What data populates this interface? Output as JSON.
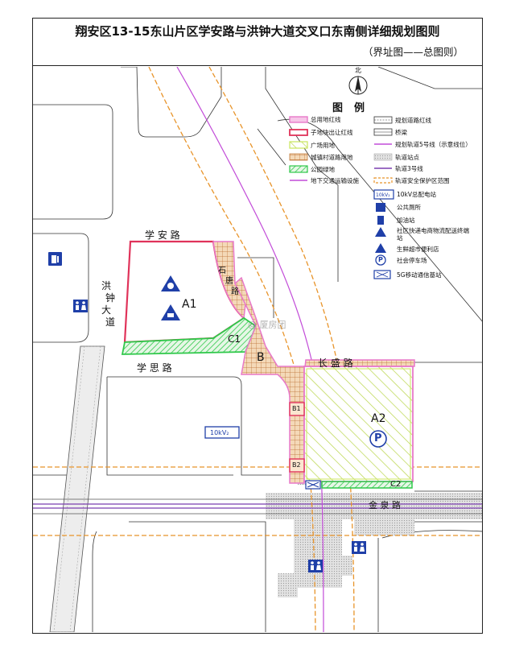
{
  "title": {
    "main": "翔安区13-15东山片区学安路与洪钟大道交叉口东南侧详细规划图则",
    "sub": "（界址图——总图则）"
  },
  "compass": {
    "north_label": "北"
  },
  "legend": {
    "title": "图例",
    "left": [
      {
        "label": "总用地红线",
        "color": "#e879c9"
      },
      {
        "label": "子地块出让红线",
        "color": "#e0335a"
      },
      {
        "label": "广场用地",
        "color": "#c8e65a"
      },
      {
        "label": "城镇村道路用地",
        "color": "#c47a3c"
      },
      {
        "label": "公园绿地",
        "color": "#2fc84a"
      },
      {
        "label": "地下交通运输设施",
        "color": "#c24bd8"
      }
    ],
    "right": [
      {
        "label": "规划道路红线"
      },
      {
        "label": "桥梁"
      },
      {
        "label": "规划轨道5号线（示意线位）",
        "color": "#c24bd8"
      },
      {
        "label": "轨道站点"
      },
      {
        "label": "轨道3号线",
        "color": "#7b3fb0"
      },
      {
        "label": "轨道安全保护区范围",
        "color": "#e8942a"
      },
      {
        "label": "10kV总配电站",
        "badge": "10kV₂"
      },
      {
        "label": "公共厕所"
      },
      {
        "label": "加油站"
      },
      {
        "label": "社区快递电商物流配送终端站"
      },
      {
        "label": "生鲜超市便利店"
      },
      {
        "label": "社会停车场",
        "badge": "P"
      },
      {
        "label": "5G移动通信基站"
      }
    ]
  },
  "roads": {
    "xuean": "学 安 路",
    "hongzhong": [
      "洪",
      "钟",
      "大",
      "道"
    ],
    "xuesi": "学 思 路",
    "changsheng": "长 盛 路",
    "jinquan": "金 泉 路",
    "shijing": [
      "石",
      "唐",
      "路"
    ]
  },
  "parcels": {
    "a1": "A1",
    "a2": "A2",
    "b": "B",
    "b1": "B1",
    "b2": "B2",
    "c1": "C1",
    "c2": "C2"
  },
  "badges": {
    "substation": "10kV₂",
    "parking": "P"
  },
  "watermark": "@ 厦房团",
  "colors": {
    "red_line": "#e0335a",
    "pink_line": "#e879c9",
    "square": "#c8e65a",
    "road_land": "#c47a3c",
    "green": "#2fc84a",
    "metro5": "#c24bd8",
    "metro3": "#7b3fb0",
    "safety": "#e8942a",
    "blue_icon": "#1f3fa8"
  }
}
